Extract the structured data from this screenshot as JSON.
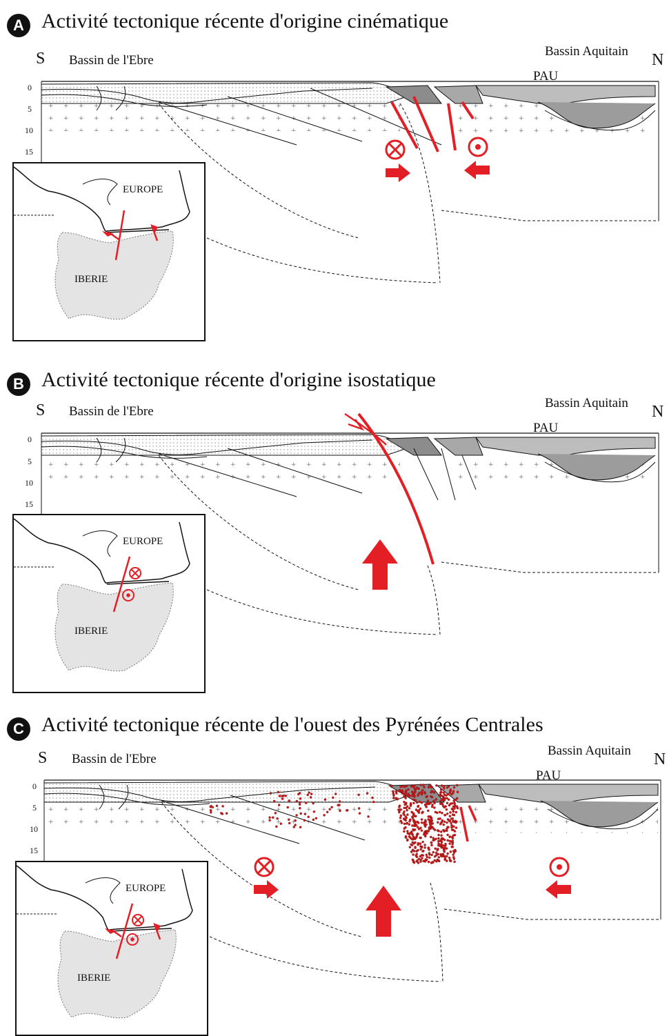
{
  "panels": [
    {
      "badge": "A",
      "title": "Activité tectonique récente d'origine cinématique",
      "south": "S",
      "north": "N",
      "left_basin": "Bassin de l'Ebre",
      "right_basin": "Bassin Aquitain",
      "city": "PAU",
      "depth_ticks": [
        "0",
        "5",
        "10",
        "15"
      ],
      "inset": {
        "north_label": "EUROPE",
        "south_label": "IBERIE"
      }
    },
    {
      "badge": "B",
      "title": "Activité tectonique récente d'origine isostatique",
      "south": "S",
      "north": "N",
      "left_basin": "Bassin de l'Ebre",
      "right_basin": "Bassin Aquitain",
      "city": "PAU",
      "depth_ticks": [
        "0",
        "5",
        "10",
        "15"
      ],
      "inset": {
        "north_label": "EUROPE",
        "south_label": "IBERIE"
      }
    },
    {
      "badge": "C",
      "title": "Activité tectonique récente de l'ouest des Pyrénées Centrales",
      "south": "S",
      "north": "N",
      "left_basin": "Bassin de l'Ebre",
      "right_basin": "Bassin Aquitain",
      "city": "PAU",
      "depth_ticks": [
        "0",
        "5",
        "10",
        "15"
      ],
      "inset": {
        "north_label": "EUROPE",
        "south_label": "IBERIE"
      }
    }
  ],
  "colors": {
    "accent": "#e31e24",
    "seismic": "#c41a1a",
    "ink": "#111111",
    "iberia_fill": "#e4e4e4"
  }
}
